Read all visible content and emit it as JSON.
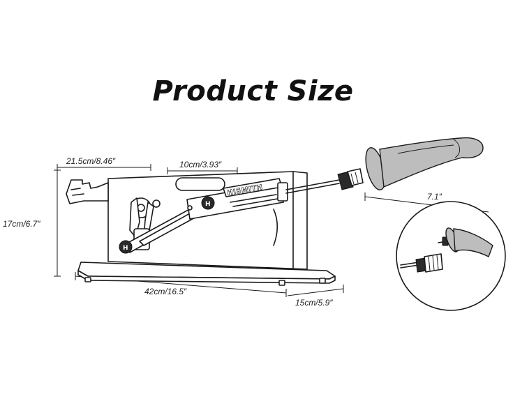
{
  "title": "Product Size",
  "brand": "HISMITH",
  "dimensions": {
    "width_top": "21.5cm/8.46″",
    "slot": "10cm/3.93″",
    "height": "17cm/6.7″",
    "base_length": "42cm/16.5″",
    "base_depth": "15cm/5.9″",
    "attachment_length": "7.1″"
  }
}
